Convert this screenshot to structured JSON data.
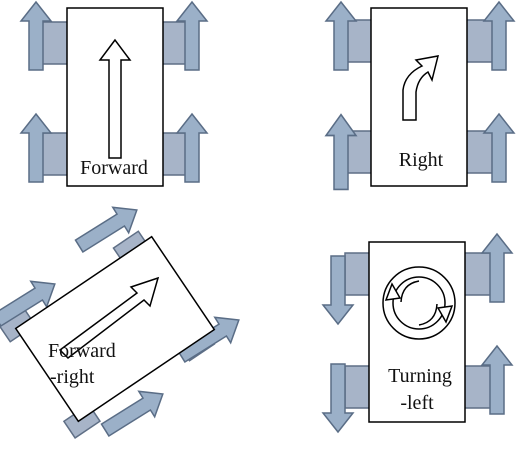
{
  "panels": {
    "forward": {
      "label": "Forward"
    },
    "right": {
      "label": "Right"
    },
    "forward_right": {
      "label_line1": "Forward",
      "label_line2": "-right"
    },
    "turning_left": {
      "label_line1": "Turning",
      "label_line2": "-left"
    }
  },
  "colors": {
    "wheel_fill": "#a7b4c8",
    "wheel_stroke": "#5f6f86",
    "arrow_fill": "#9bb0c8",
    "arrow_stroke": "#5a6d86",
    "body_fill": "#ffffff",
    "body_stroke": "#000000"
  },
  "icons": {
    "forward": "straight-up-arrow-icon",
    "right": "curved-right-arrow-icon",
    "forward_right": "diagonal-arrow-icon",
    "turning_left": "rotation-arrow-icon"
  }
}
